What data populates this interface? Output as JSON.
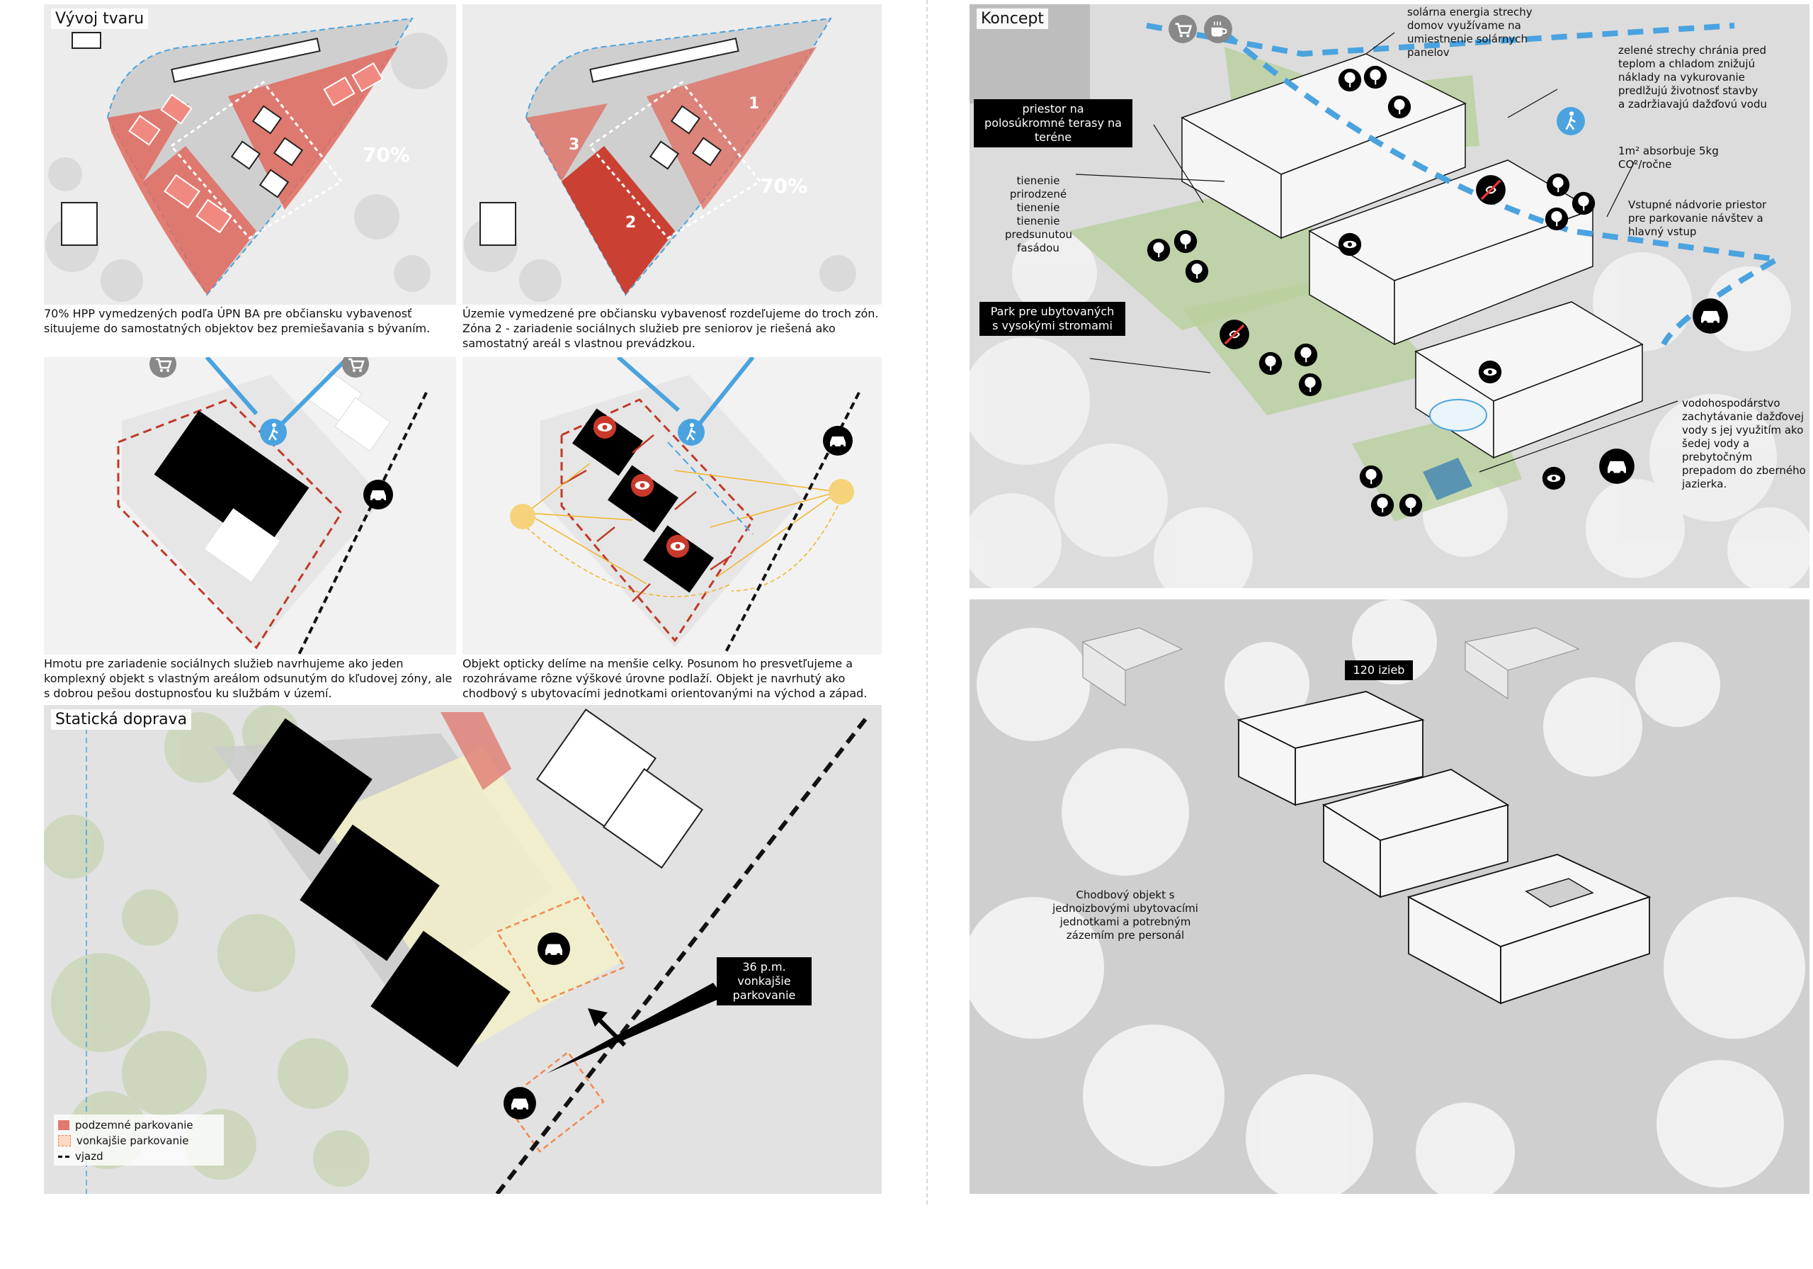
{
  "panels": {
    "vyvoj": {
      "title": "Vývoj tvaru",
      "pct_a": "70%",
      "pct_b": "70%",
      "zones": [
        "1",
        "2",
        "3"
      ]
    },
    "staticka": {
      "title": "Statická doprava"
    },
    "koncept": {
      "title": "Koncept"
    }
  },
  "captions": {
    "c1": "70% HPP vymedzených podľa ÚPN BA pre občiansku vybavenosť situujeme do samostatných objektov bez premiešavania s bývaním.",
    "c2": "Územie vymedzené pre občiansku vybavenosť rozdeľujeme do troch zón. Zóna 2 - zariadenie sociálnych služieb pre seniorov je riešená ako samostatný areál s vlastnou prevádzkou.",
    "c3": "Hmotu pre zariadenie sociálnych služieb navrhujeme ako jeden komplexný objekt s vlastným areálom odsunutým do kľudovej zóny, ale s dobrou pešou dostupnosťou ku službám v území.",
    "c4": "Objekt opticky delíme na menšie celky. Posunom ho presvetľujeme a rozohrávame rôzne výškové úrovne podlaží. Objekt je navrhutý ako chodbový s ubytovacími jednotkami orientovanými na východ a západ."
  },
  "parking": {
    "label": "36 p.m. vonkajšie parkovanie"
  },
  "legend": {
    "underground": "podzemné parkovanie",
    "outdoor": "vonkajšie parkovanie",
    "entry": "vjazd"
  },
  "concept_labels": {
    "solar": "solárna energia strechy domov využívame na umiestnenie solárnych panelov",
    "green_roof_a": "zelené strechy chránia pred teplom a chladom znižujú náklady na vykurovanie predlžujú životnosť stavby a zadržiavajú dažďovú vodu",
    "green_roof_b": "1m² absorbuje 5kg CO²/ročne",
    "terrace": "priestor na polosúkromné terasy na teréne",
    "shading": "tienenie prirodzené tienenie tienenie predsunutou fasádou",
    "courtyard": "Vstupné nádvorie priestor pre parkovanie návštev a hlavný vstup",
    "park": "Park pre ubytovaných s vysokými stromami",
    "water": "vodohospodárstvo zachytávanie dažďovej vody s jej využitím ako šedej vody a prebytočným prepadom do zberného jazierka."
  },
  "aerial": {
    "rooms": "120 izieb",
    "corridor": "Chodbový objekt s jednoizbovými ubytovacími jednotkami a potrebným zázemím pre personál"
  },
  "colors": {
    "red": "#e06a5e",
    "dark_red": "#c9392b",
    "blue": "#4aa3df",
    "orange": "#f0b429",
    "green": "#b9cf9c",
    "dashed_red": "#c0392b"
  },
  "icons": [
    "cart-icon",
    "walk-icon",
    "car-icon",
    "eye-icon",
    "tree-icon",
    "no-noise-icon",
    "coffee-icon",
    "cloud-rain-icon"
  ]
}
